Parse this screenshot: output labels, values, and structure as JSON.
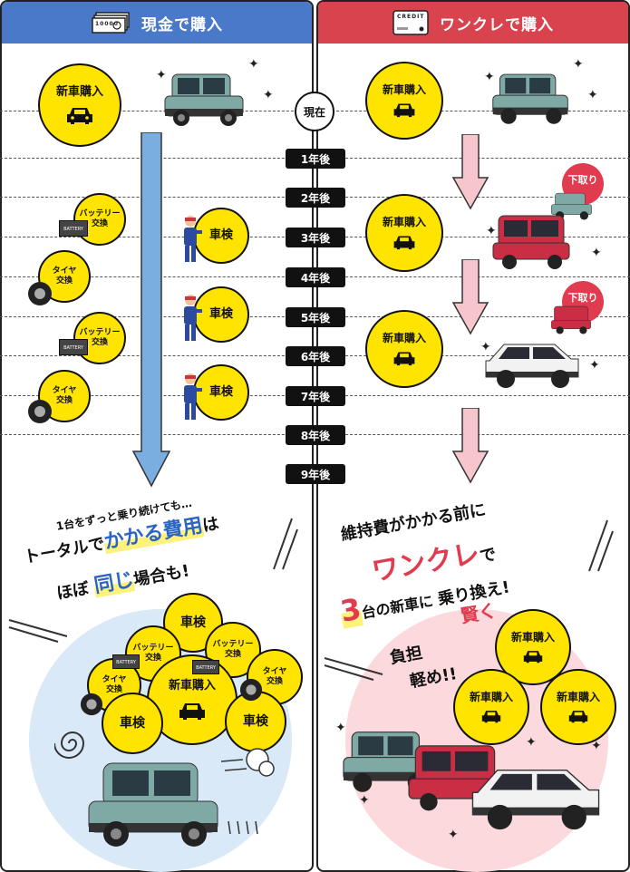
{
  "left_panel": {
    "header": "現金で購入",
    "cash_icon_text": "10000",
    "battery_label": "BATTERY",
    "events": {
      "purchase": "新車購入",
      "battery": "バッテリー\n交換",
      "tire": "タイヤ\n交換",
      "inspection": "車検"
    },
    "summary": {
      "line1": "1台をずっと乗り続けても…",
      "line2_a": "トータルで",
      "line2_b": "かかる費用",
      "line2_c": "は",
      "line3_a": "ほぼ",
      "line3_b": "同じ",
      "line3_c": "場合も!"
    },
    "cluster": {
      "inspection": "車検",
      "battery": "バッテリー\n交換",
      "tire": "タイヤ\n交換",
      "purchase": "新車購入"
    }
  },
  "right_panel": {
    "header": "ワンクレで購入",
    "card_icon_text": "CREDIT",
    "events": {
      "purchase": "新車購入",
      "trade_in": "下取り"
    },
    "summary": {
      "line1": "維持費がかかる前に",
      "line2_a": "ワンクレ",
      "line2_b": "で",
      "line3_a": "3",
      "line3_b": "台の新車に",
      "line3_c": "乗り換え!",
      "smart": "賢く",
      "burden_a": "負担",
      "burden_b": "軽め!!"
    },
    "cluster": {
      "purchase": "新車購入"
    }
  },
  "timeline": {
    "now": "現在",
    "years": [
      "1年後",
      "2年後",
      "3年後",
      "4年後",
      "5年後",
      "6年後",
      "7年後",
      "8年後",
      "9年後"
    ]
  },
  "colors": {
    "left_header": "#4a79c9",
    "right_header": "#d9434e",
    "yellow": "#ffe400",
    "left_arrow": "#7aaee0",
    "right_arrow": "#f7c6cc",
    "left_blob": "#d9e9f8",
    "right_blob": "#fbd9dd",
    "teal_car": "#7fa9a4",
    "red_car": "#c92e45",
    "white_car": "#f2f2f2"
  }
}
